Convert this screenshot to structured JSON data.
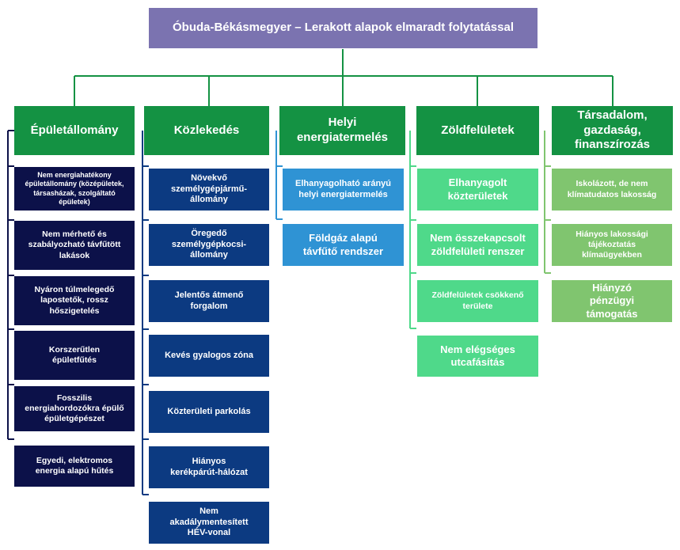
{
  "title": "Óbuda-Békásmegyer – Lerakott alapok elmaradt folytatással",
  "colors": {
    "root": "#7b73b0",
    "category": "#149243",
    "epuletallomany": "#0c1149",
    "kozlekedes": "#0c3a81",
    "helyi": "#2f93d4",
    "zoldfeluletek": "#4fd98a",
    "tarsadalom": "#80c56f",
    "connector": "#149243"
  },
  "categories": [
    {
      "label": "Épületállomány",
      "items": [
        "Nem energiahatékony épületállomány (középületek, társasházak, szolgáltató épületek)",
        "Nem mérhető és szabályozható távfűtött lakások",
        "Nyáron túlmelegedő lapostetők, rossz hőszigetelés",
        "Korszerűtlen épületfűtés",
        "Fosszilis energiahordozókra épülő épületgépészet",
        "Egyedi, elektromos energia alapú hűtés"
      ]
    },
    {
      "label": "Közlekedés",
      "items": [
        "Növekvő személygépjármű-állomány",
        "Öregedő személygépkocsi-állomány",
        "Jelentős átmenő forgalom",
        "Kevés gyalogos zóna",
        "Közterületi parkolás",
        "Hiányos kerékpárút-hálózat",
        "Nem akadálymentesített HÉV-vonal"
      ]
    },
    {
      "label": "Helyi energiatermelés",
      "items": [
        "Elhanyagolható arányú helyi energiatermelés",
        "Földgáz alapú távfűtő rendszer"
      ]
    },
    {
      "label": "Zöldfelületek",
      "items": [
        "Elhanyagolt közterületek",
        "Nem összekapcsolt zöldfelületi renszer",
        "Zöldfelületek csökkenő területe",
        "Nem elégséges utcafásítás"
      ]
    },
    {
      "label": "Társadalom, gazdaság, finanszírozás",
      "items": [
        "Iskolázott, de nem klímatudatos lakosság",
        "Hiányos lakossági tájékoztatás klímaügyekben",
        "Hiányzó pénzügyi támogatás"
      ]
    }
  ]
}
